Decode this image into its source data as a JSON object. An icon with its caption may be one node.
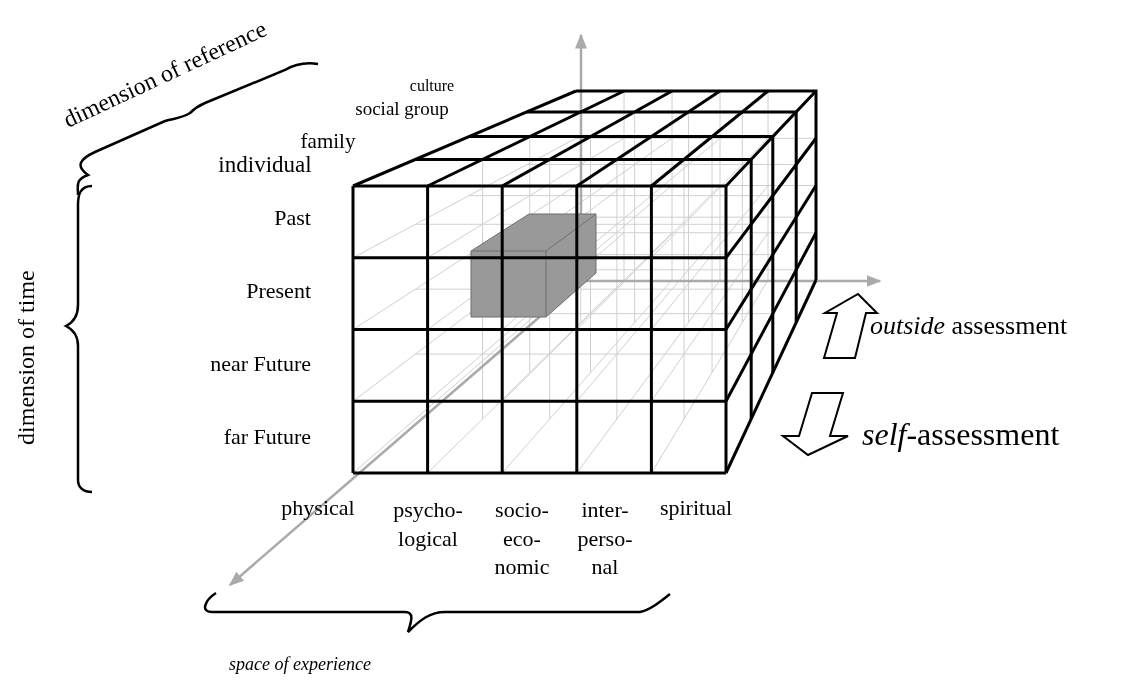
{
  "diagram": {
    "labels": [
      "dimension of reference",
      "culture",
      "social group",
      "family",
      "individual",
      "dimension of time",
      "Past",
      "Present",
      "*outside* assessment",
      "near Future",
      "*self*-assessment",
      "far Future",
      "physical",
      "psycho- logical",
      "socio- eco- nomic",
      "inter- perso- nal",
      "spiritual",
      "space of experience"
    ]
  }
}
